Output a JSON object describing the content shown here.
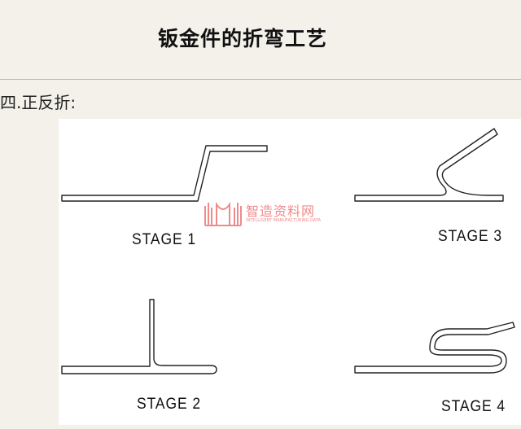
{
  "page": {
    "title": "钣金件的折弯工艺",
    "section_heading": "四.正反折:"
  },
  "figure": {
    "stages": [
      {
        "label": "STAGE 1"
      },
      {
        "label": "STAGE 2"
      },
      {
        "label": "STAGE 3"
      },
      {
        "label": "STAGE 4"
      }
    ],
    "watermark": {
      "text": "智造资料网",
      "subtext": "INTELLIGENT MANUFACTURING DATA"
    }
  },
  "colors": {
    "page_background": "#f3f1ea",
    "figure_background": "#ffffff",
    "line": "#222222",
    "watermark": "#f08a8a",
    "rule": "#c9b89a"
  }
}
